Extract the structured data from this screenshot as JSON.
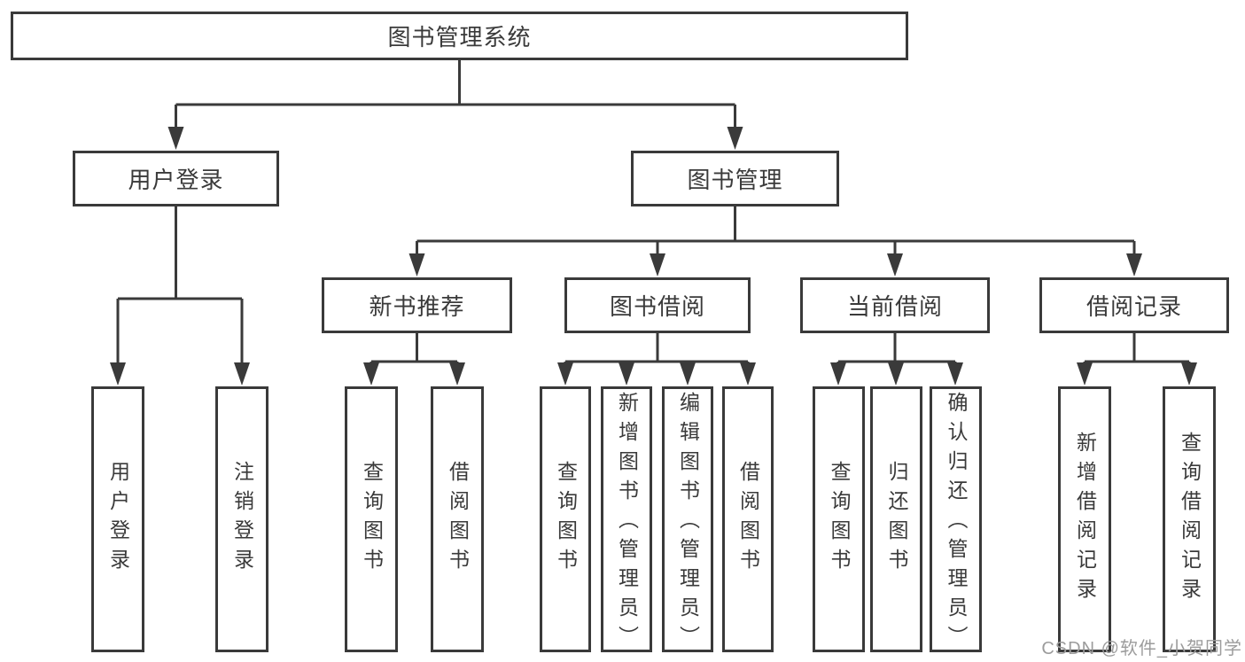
{
  "colors": {
    "line": "#3a3a3a",
    "text": "#3a3a3a",
    "box_background": "#ffffff",
    "page_background": "#ffffff",
    "watermark": "#9c9c9c"
  },
  "nodes": {
    "root": {
      "label": "图书管理系统"
    },
    "user_login": {
      "label": "用户登录"
    },
    "book_mgmt": {
      "label": "图书管理"
    },
    "new_book_rec": {
      "label": "新书推荐"
    },
    "book_borrow": {
      "label": "图书借阅"
    },
    "current_borrow": {
      "label": "当前借阅"
    },
    "borrow_records": {
      "label": "借阅记录"
    },
    "leaf_user_login": {
      "label": "用户登录"
    },
    "leaf_logout": {
      "label": "注销登录"
    },
    "leaf_nb_query": {
      "label": "查询图书"
    },
    "leaf_nb_borrow": {
      "label": "借阅图书"
    },
    "leaf_bb_query": {
      "label": "查询图书"
    },
    "leaf_bb_add": {
      "label": "新增图书（管理员）"
    },
    "leaf_bb_edit": {
      "label": "编辑图书（管理员）"
    },
    "leaf_bb_borrow": {
      "label": "借阅图书"
    },
    "leaf_cb_query": {
      "label": "查询图书"
    },
    "leaf_cb_return": {
      "label": "归还图书"
    },
    "leaf_cb_confirm": {
      "label": "确认归还（管理员）"
    },
    "leaf_br_add": {
      "label": "新增借阅记录"
    },
    "leaf_br_query": {
      "label": "查询借阅记录"
    }
  },
  "hierarchy": {
    "图书管理系统": {
      "用户登录": [
        "用户登录",
        "注销登录"
      ],
      "图书管理": {
        "新书推荐": [
          "查询图书",
          "借阅图书"
        ],
        "图书借阅": [
          "查询图书",
          "新增图书（管理员）",
          "编辑图书（管理员）",
          "借阅图书"
        ],
        "当前借阅": [
          "查询图书",
          "归还图书",
          "确认归还（管理员）"
        ],
        "借阅记录": [
          "新增借阅记录",
          "查询借阅记录"
        ]
      }
    }
  },
  "watermark": {
    "text": "CSDN @软件_小贺同学"
  }
}
